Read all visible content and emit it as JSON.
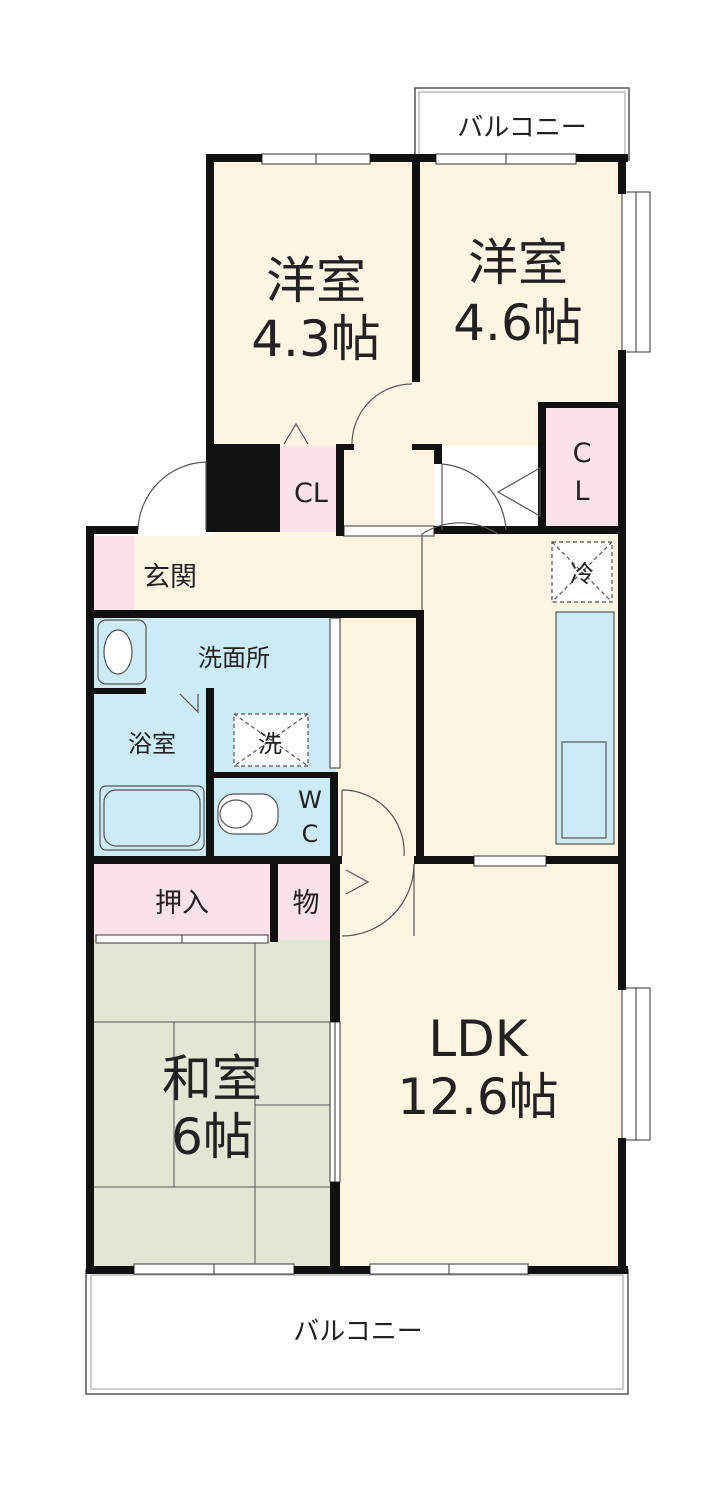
{
  "rooms": {
    "western_room_1": {
      "name": "洋室",
      "size": "4.3帖"
    },
    "western_room_2": {
      "name": "洋室",
      "size": "4.6帖"
    },
    "japanese_room": {
      "name": "和室",
      "size": "6帖"
    },
    "ldk": {
      "name": "LDK",
      "size": "12.6帖"
    },
    "entrance": "玄関",
    "washroom": "洗面所",
    "bathroom": "浴室",
    "storage_oshiire": "押入",
    "storage_mono": "物",
    "closet_1": "CL",
    "closet_2_top": "C",
    "closet_2_bottom": "L",
    "toilet_top": "W",
    "toilet_bottom": "C",
    "washer": "洗",
    "fridge": "冷"
  },
  "balconies": {
    "top": "バルコニー",
    "bottom": "バルコニー"
  },
  "colors": {
    "wall": "#111111",
    "room_cream": "#fdf5e1",
    "wet_area_blue": "#cdebf7",
    "closet_pink": "#fae1ea",
    "tatami_green": "#e2e6d5"
  }
}
